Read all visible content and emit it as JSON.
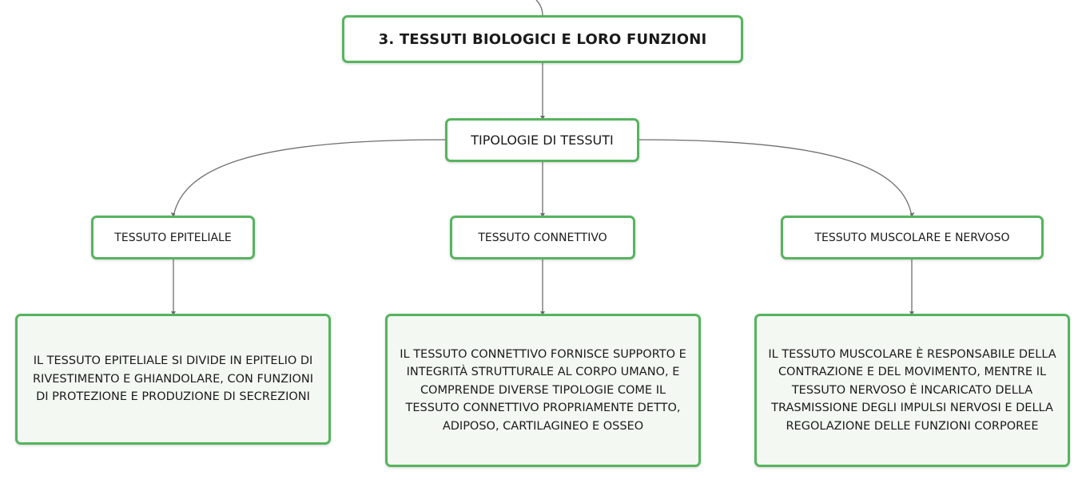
{
  "diagram": {
    "title": "3. TESSUTI BIOLOGICI E LORO FUNZIONI",
    "category": "TIPOLOGIE DI TESSUTI",
    "branches": [
      {
        "label": "TESSUTO EPITELIALE",
        "description": "IL TESSUTO EPITELIALE SI DIVIDE IN EPITELIO DI RIVESTIMENTO E GHIANDOLARE, CON FUNZIONI DI PROTEZIONE E PRODUZIONE DI SECREZIONI"
      },
      {
        "label": "TESSUTO CONNETTIVO",
        "description": "IL TESSUTO CONNETTIVO FORNISCE SUPPORTO E INTEGRITÀ STRUTTURALE AL CORPO UMANO, E COMPRENDE DIVERSE TIPOLOGIE COME IL TESSUTO CONNETTIVO PROPRIAMENTE DETTO, ADIPOSO, CARTILAGINEO E OSSEO"
      },
      {
        "label": "TESSUTO MUSCOLARE E NERVOSO",
        "description": "IL TESSUTO MUSCOLARE È RESPONSABILE DELLA CONTRAZIONE E DEL MOVIMENTO, MENTRE IL TESSUTO NERVOSO È INCARICATO DELLA TRASMISSIONE DEGLI IMPULSI NERVOSI E DELLA REGOLAZIONE DELLE FUNZIONI CORPOREE"
      }
    ]
  },
  "colors": {
    "node_border": "#56b45e",
    "leaf_fill": "#f3f9f2",
    "connector": "#6e6e6e"
  }
}
